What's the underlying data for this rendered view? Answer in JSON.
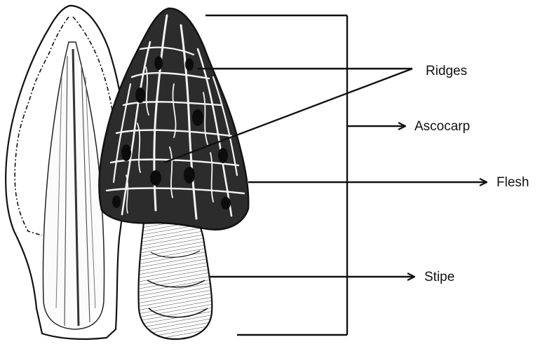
{
  "labels": {
    "ridges": "Ridges",
    "ascocarp": "Ascocarp",
    "flesh": "Flesh",
    "stipe": "Stipe"
  },
  "colors": {
    "ink": "#111111",
    "paper": "#ffffff",
    "shade": "#3a3a3a"
  },
  "illustration": {
    "subject": "morel-mushroom-drawing",
    "views": [
      "cross-section",
      "exterior"
    ]
  }
}
